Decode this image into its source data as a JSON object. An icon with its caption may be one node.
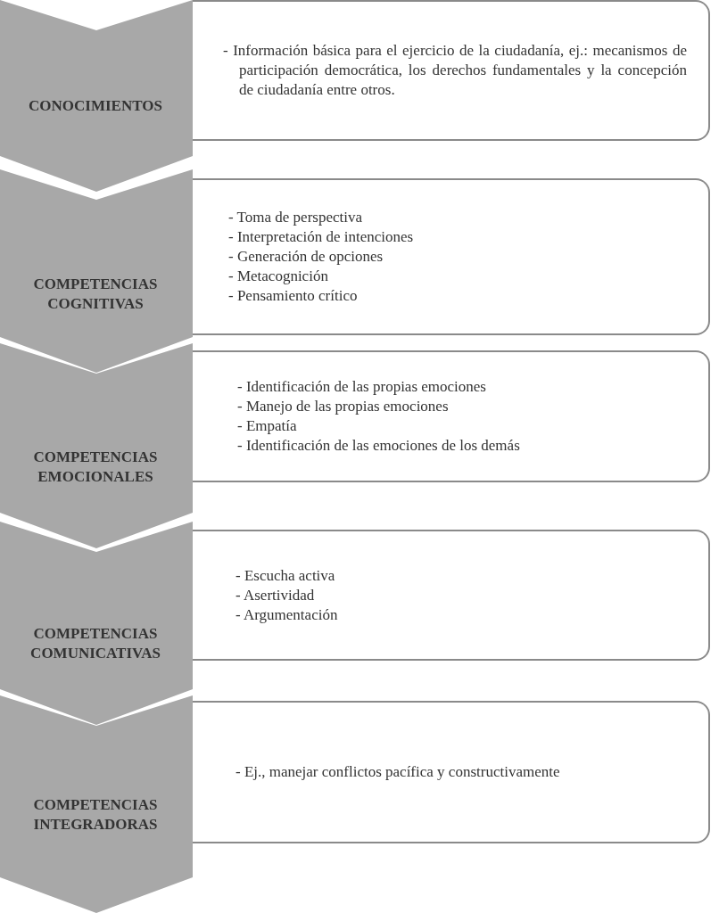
{
  "diagram": {
    "nodes": [
      {
        "text": [
          "CONOCIMIENTOS"
        ]
      },
      {
        "text": [
          "- Información básica para el ejercicio de la ciudadanía, ej.: mecanismos de participación democrática, los derechos fundamentales y la concepción de ciudadanía entre otros."
        ]
      },
      {
        "text": [
          "COMPETENCIAS COGNITIVAS"
        ]
      },
      {
        "text": [
          "- Toma de perspectiva",
          "- Interpretación de intenciones",
          "- Generación de opciones",
          "- Metacognición",
          "- Pensamiento crítico"
        ]
      },
      {
        "text": [
          "COMPETENCIAS EMOCIONALES"
        ]
      },
      {
        "text": [
          "- Identificación de las propias emociones",
          "- Manejo de las propias emociones",
          "- Empatía",
          "- Identificación de las emociones de los demás"
        ]
      },
      {
        "text": [
          "COMPETENCIAS COMUNICATIVAS"
        ]
      },
      {
        "text": [
          "- Escucha activa",
          "- Asertividad",
          "- Argumentación"
        ]
      },
      {
        "text": [
          "COMPETENCIAS INTEGRADORAS"
        ]
      },
      {
        "text": [
          "- Ej., manejar conflictos pacífica y constructivamente"
        ]
      }
    ]
  }
}
